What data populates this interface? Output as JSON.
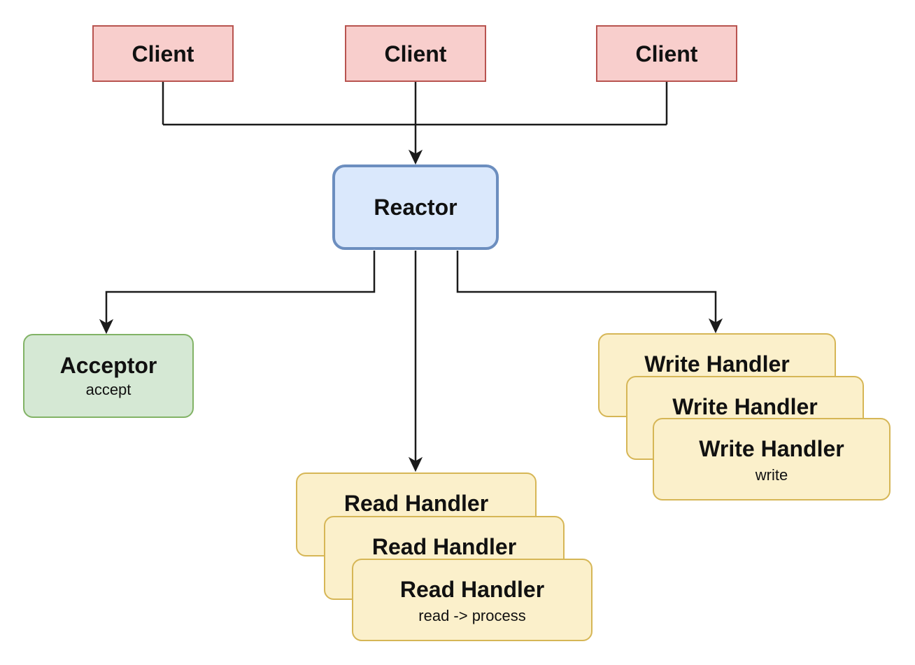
{
  "nodes": {
    "clients": [
      "Client",
      "Client",
      "Client"
    ],
    "reactor": {
      "label": "Reactor"
    },
    "acceptor": {
      "title": "Acceptor",
      "subtitle": "accept"
    },
    "read_handler_stack": {
      "title": "Read Handler",
      "subtitle": "read -> process",
      "count": 3
    },
    "write_handler_stack": {
      "title": "Write Handler",
      "subtitle": "write",
      "count": 3
    }
  },
  "colors": {
    "client_fill": "#f8cecc",
    "client_border": "#b85450",
    "reactor_fill": "#dae8fc",
    "reactor_border": "#6c8ebf",
    "acceptor_fill": "#d5e8d4",
    "acceptor_border": "#82b366",
    "handler_fill": "#fbf0cb",
    "handler_border": "#d6b656",
    "line": "#1b1b1b",
    "text": "#111111",
    "background": "#ffffff"
  }
}
